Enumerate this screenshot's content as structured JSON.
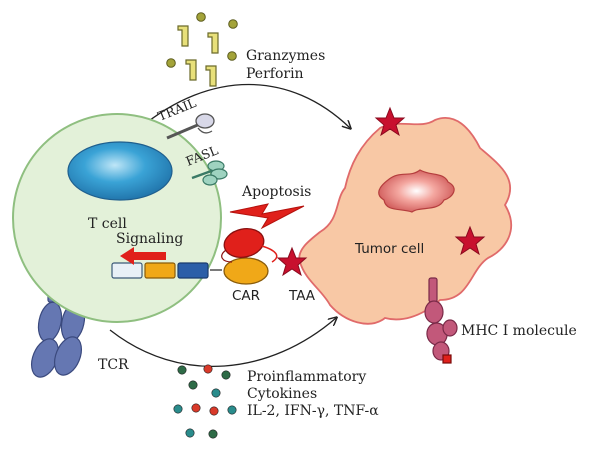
{
  "diagram": {
    "labels": {
      "granzymes": "Granzymes",
      "perforin": "Perforin",
      "trail": "TRAIL",
      "fasl": "FASL",
      "apoptosis": "Apoptosis",
      "t_cell": "T cell",
      "signaling": "Signaling",
      "tumor_cell": "Tumor cell",
      "car": "CAR",
      "taa": "TAA",
      "mhc": "MHC I molecule",
      "tcr": "TCR",
      "proinflammatory": "Proinflammatory",
      "cytokines": "Cytokines",
      "cytokine_list": "IL-2, IFN-γ, TNF-α"
    },
    "colors": {
      "t_cell_fill": "#e3f1d9",
      "t_cell_stroke": "#8fbf80",
      "nucleus": "#2f93c9",
      "tumor_fill": "#f8c8a5",
      "tumor_stroke": "#e06a6a",
      "star": "#c8102e",
      "granzyme": "#e8e07a",
      "perforin_dot": "#9a9a2a",
      "tcr": "#6577b2",
      "mhc": "#c2587a",
      "car_red": "#e0201b",
      "car_orange": "#f0a818",
      "car_blue": "#2b5ea8",
      "cytokine_green": "#2e6b47",
      "cytokine_red": "#d93a2a",
      "cytokine_teal": "#2a8c8c"
    }
  }
}
